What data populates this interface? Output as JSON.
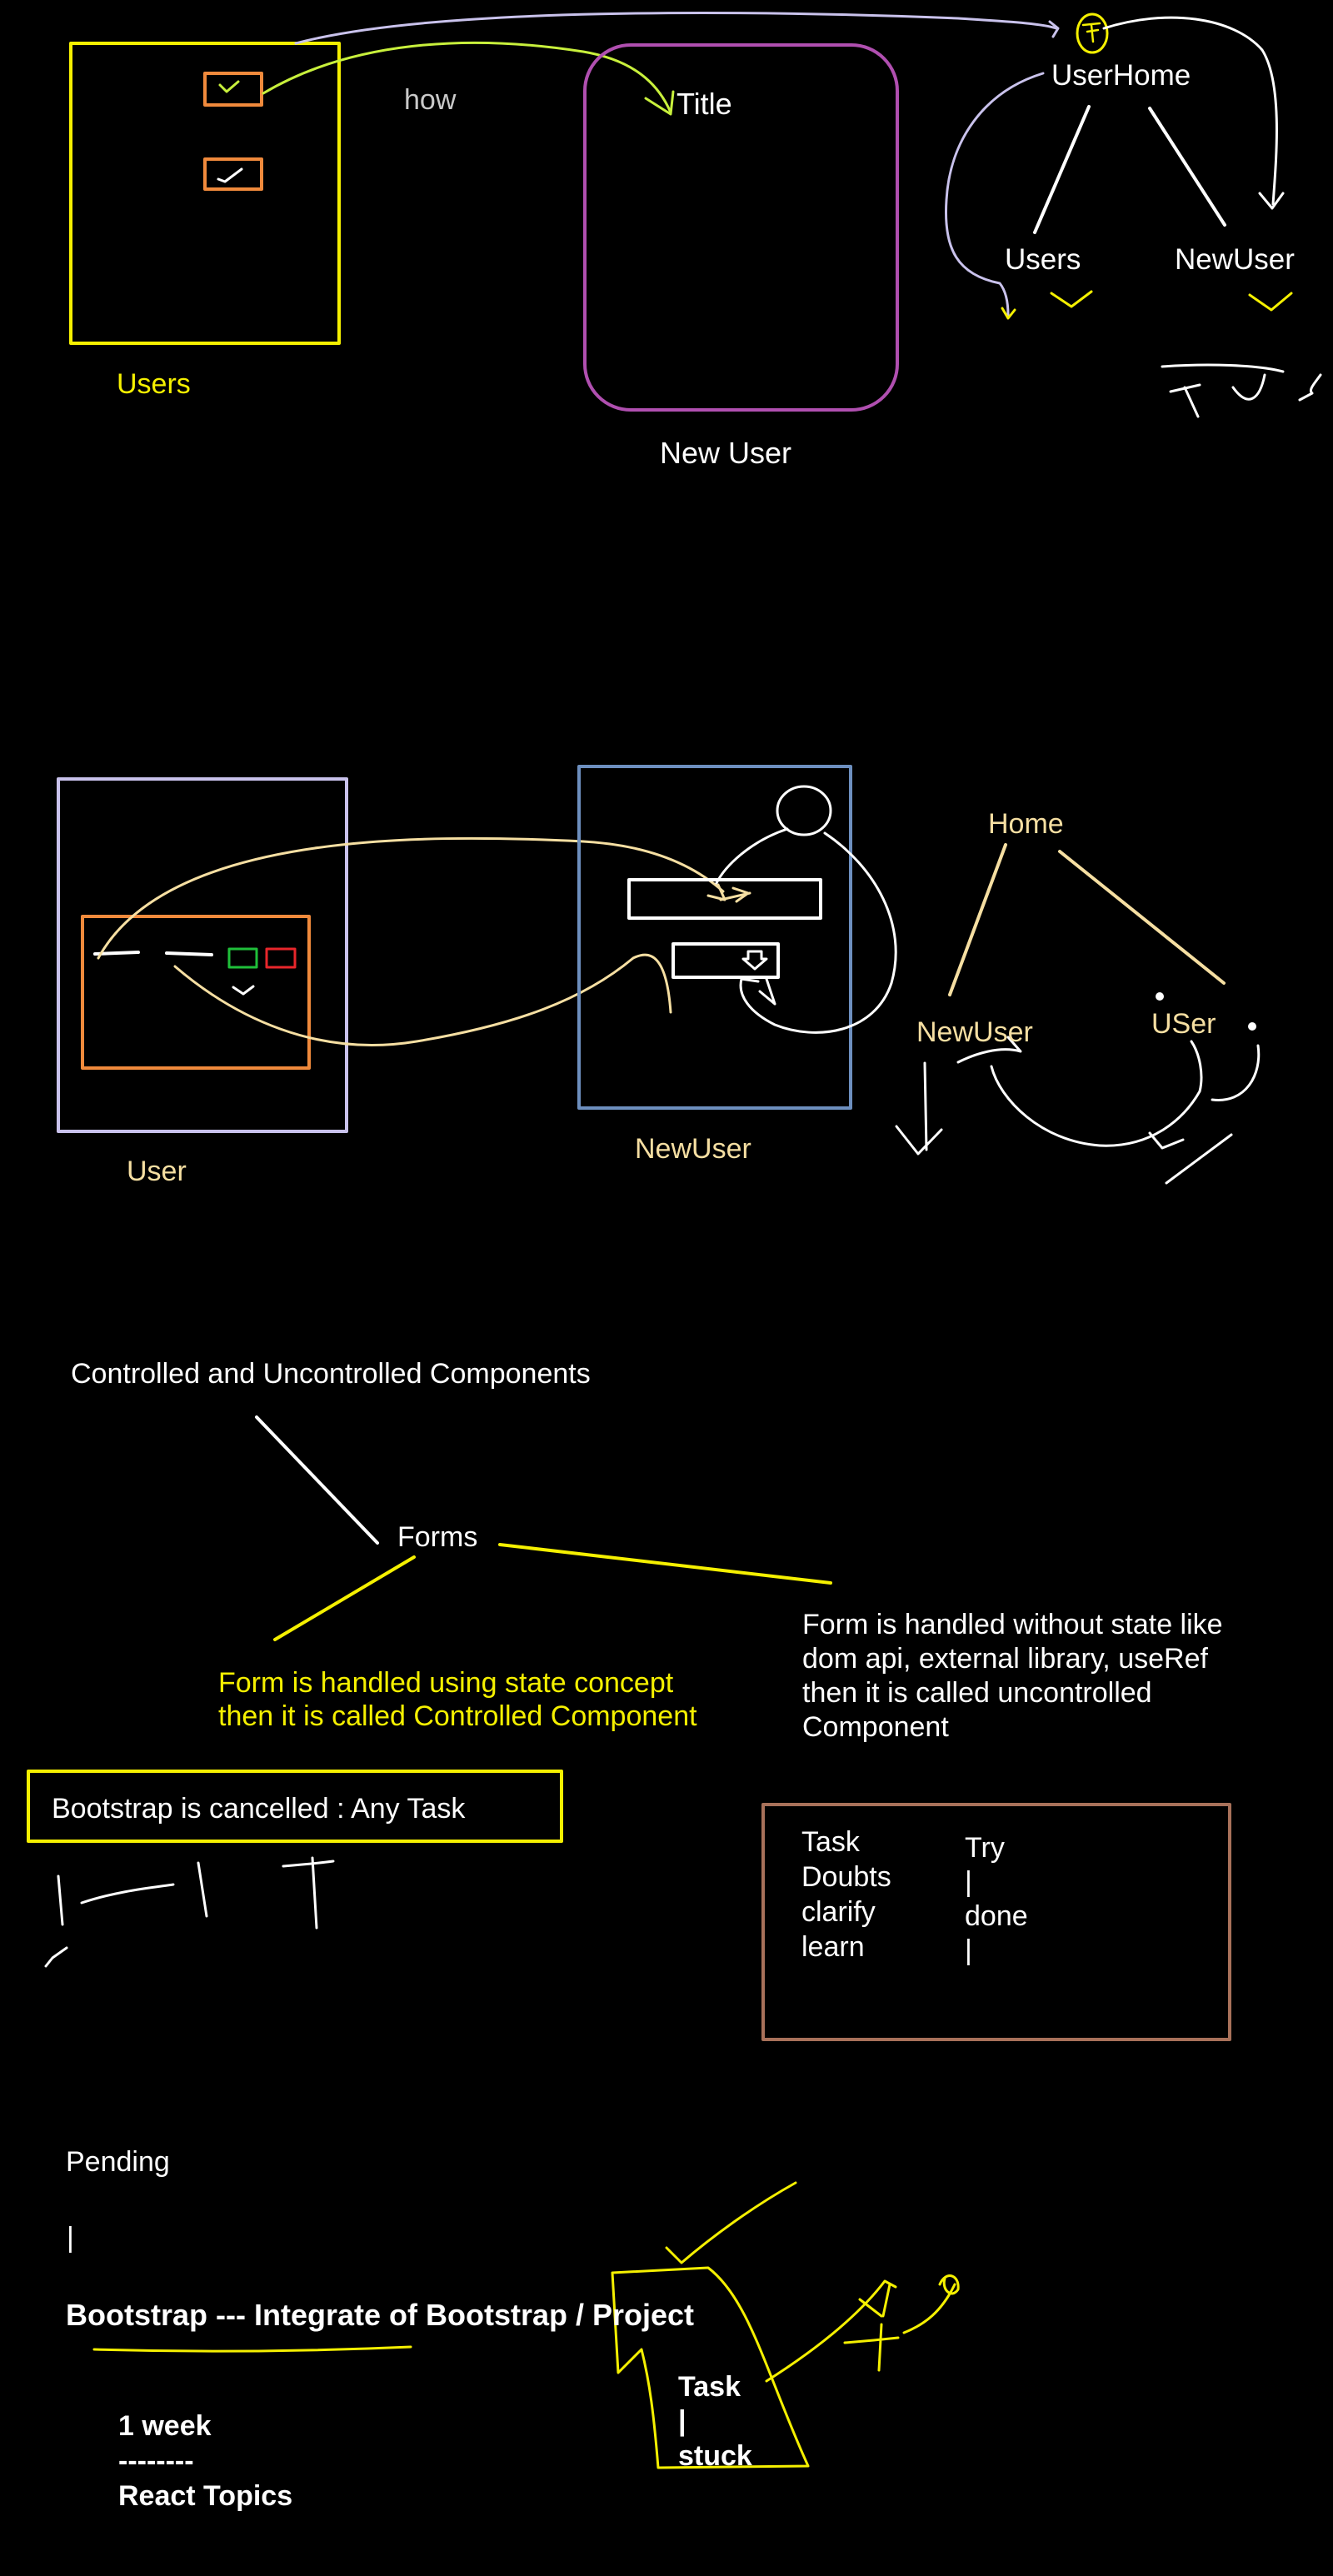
{
  "section1": {
    "box_users_label": "Users",
    "arrow_label": "how",
    "box_newuser_title": "Title",
    "box_newuser_label": "New User",
    "tree": {
      "root": "UserHome",
      "left": "Users",
      "right": "NewUser"
    }
  },
  "section2": {
    "box_user_label": "User",
    "box_newuser_label": "NewUser",
    "tree": {
      "root": "Home",
      "left": "NewUser",
      "right": "USer"
    }
  },
  "section3": {
    "heading": "Controlled and Uncontrolled Components",
    "forms": "Forms",
    "controlled_text": "Form is handled using state concept\nthen it is called Controlled Component",
    "uncontrolled_text": "Form is handled without state like\ndom api, external library, useRef\nthen it is called uncontrolled\nComponent",
    "bootstrap_box": "Bootstrap is cancelled : Any Task",
    "task_col1": [
      "Task",
      "Doubts",
      "clarify",
      "learn"
    ],
    "task_col2": [
      "Try",
      "|",
      "done",
      "|"
    ]
  },
  "section4": {
    "pending": "Pending",
    "pipe": "|",
    "bootstrap_line": "Bootstrap --- Integrate of Bootstrap / Project",
    "week": "1 week",
    "dashes": "--------",
    "react_topics": "React Topics",
    "task": "Task",
    "task_pipe": "|",
    "stuck": "stuck"
  },
  "colors": {
    "background": "#000000",
    "yellow": "#f5f000",
    "orange": "#f08a3c",
    "purple": "#b04fb0",
    "lavender": "#c9c2ec",
    "steel_blue": "#6d8fbf",
    "brown": "#a8715a",
    "cream": "#f6dfa2",
    "lime": "#c8f03c",
    "green": "#1fbf3a",
    "red": "#e8262b"
  }
}
